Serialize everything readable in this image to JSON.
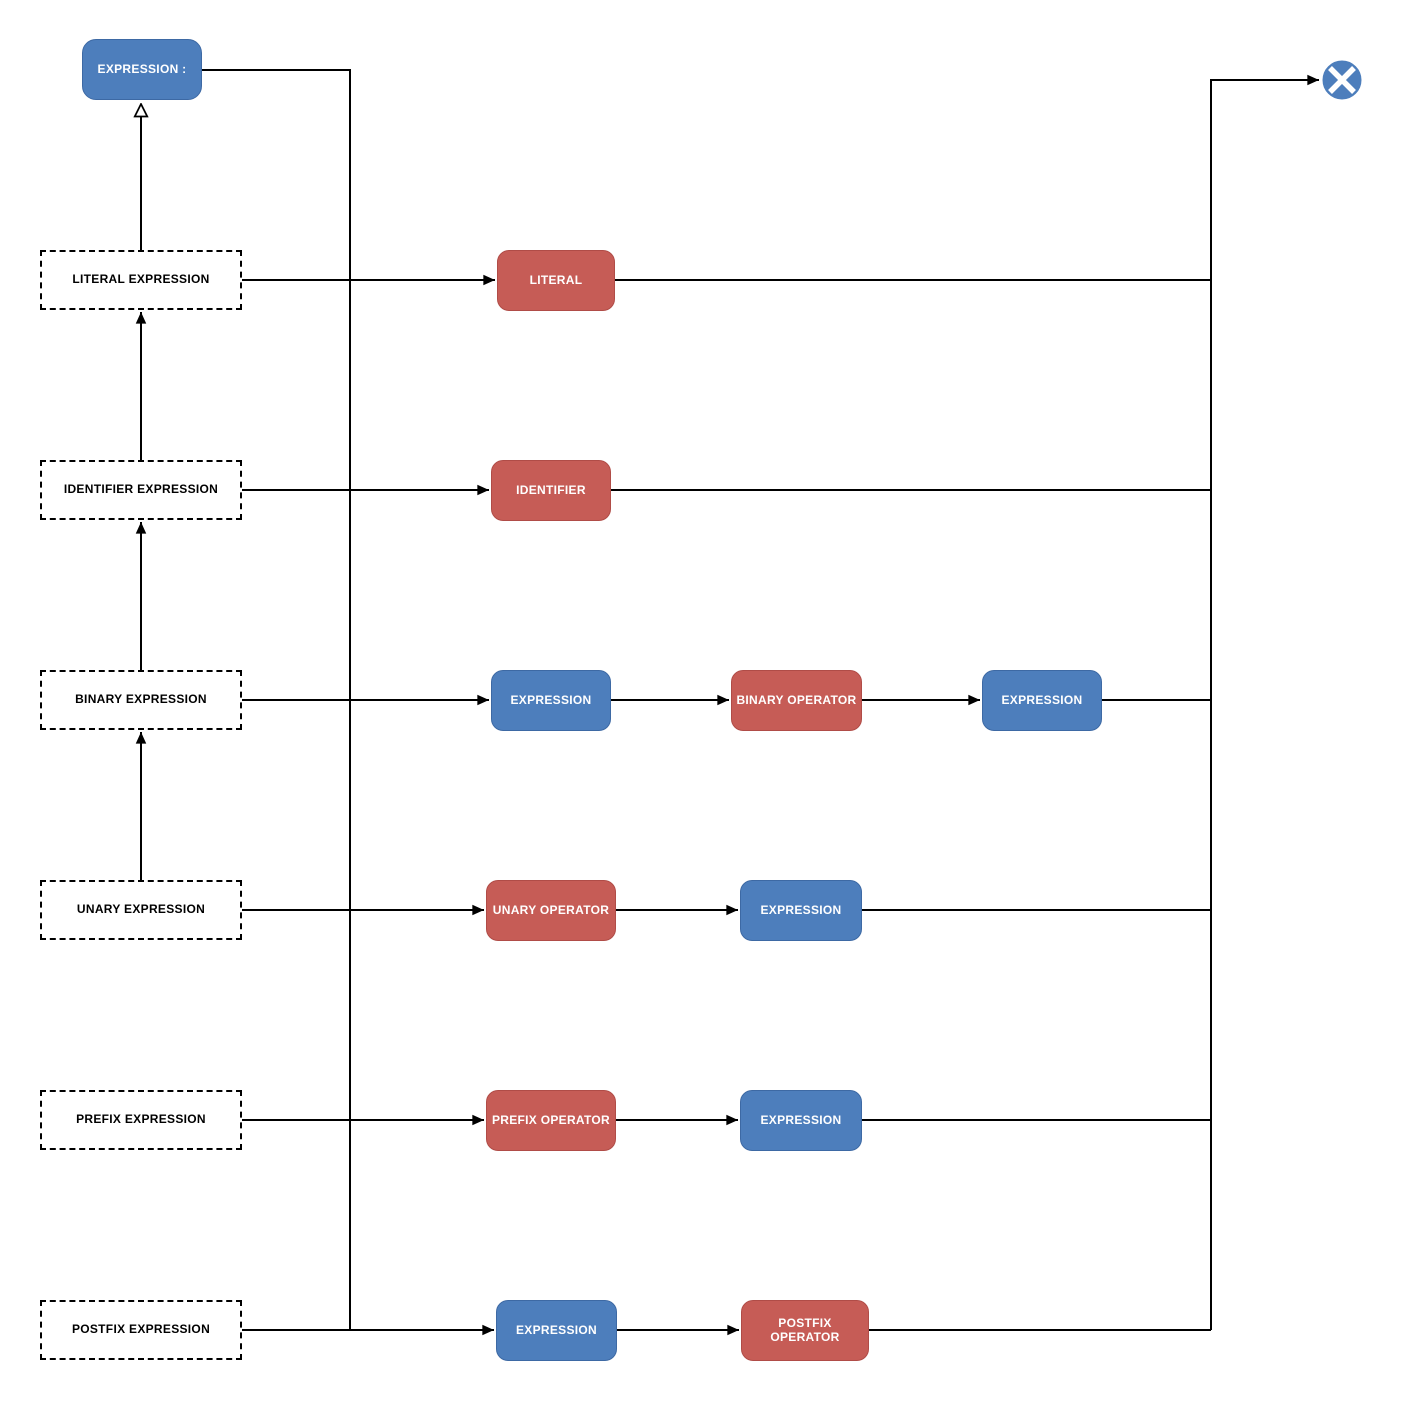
{
  "diagram": {
    "start": {
      "label": "EXPRESSION :"
    },
    "end": {
      "icon": "circled-x-end-icon"
    },
    "colors": {
      "background": "#FFFFFF",
      "expression_fill": "#4D7EBC",
      "expression_stroke": "#3D69A4",
      "operator_fill": "#C65C56",
      "operator_stroke": "#B04C47",
      "line": "#000000",
      "rule_border": "#000000"
    },
    "rows": [
      {
        "source": {
          "label": "LITERAL EXPRESSION"
        },
        "steps": [
          {
            "label": "LITERAL",
            "kind": "operator"
          }
        ]
      },
      {
        "source": {
          "label": "IDENTIFIER EXPRESSION"
        },
        "steps": [
          {
            "label": "IDENTIFIER",
            "kind": "operator"
          }
        ]
      },
      {
        "source": {
          "label": "BINARY EXPRESSION"
        },
        "steps": [
          {
            "label": "EXPRESSION",
            "kind": "expression"
          },
          {
            "label": "BINARY OPERATOR",
            "kind": "operator"
          },
          {
            "label": "EXPRESSION",
            "kind": "expression"
          }
        ]
      },
      {
        "source": {
          "label": "UNARY EXPRESSION"
        },
        "steps": [
          {
            "label": "UNARY OPERATOR",
            "kind": "operator"
          },
          {
            "label": "EXPRESSION",
            "kind": "expression"
          }
        ]
      },
      {
        "source": {
          "label": "PREFIX EXPRESSION"
        },
        "steps": [
          {
            "label": "PREFIX OPERATOR",
            "kind": "operator"
          },
          {
            "label": "EXPRESSION",
            "kind": "expression"
          }
        ]
      },
      {
        "source": {
          "label": "POSTFIX EXPRESSION"
        },
        "steps": [
          {
            "label": "EXPRESSION",
            "kind": "expression"
          },
          {
            "label": "POSTFIX OPERATOR",
            "kind": "operator"
          }
        ]
      }
    ]
  }
}
